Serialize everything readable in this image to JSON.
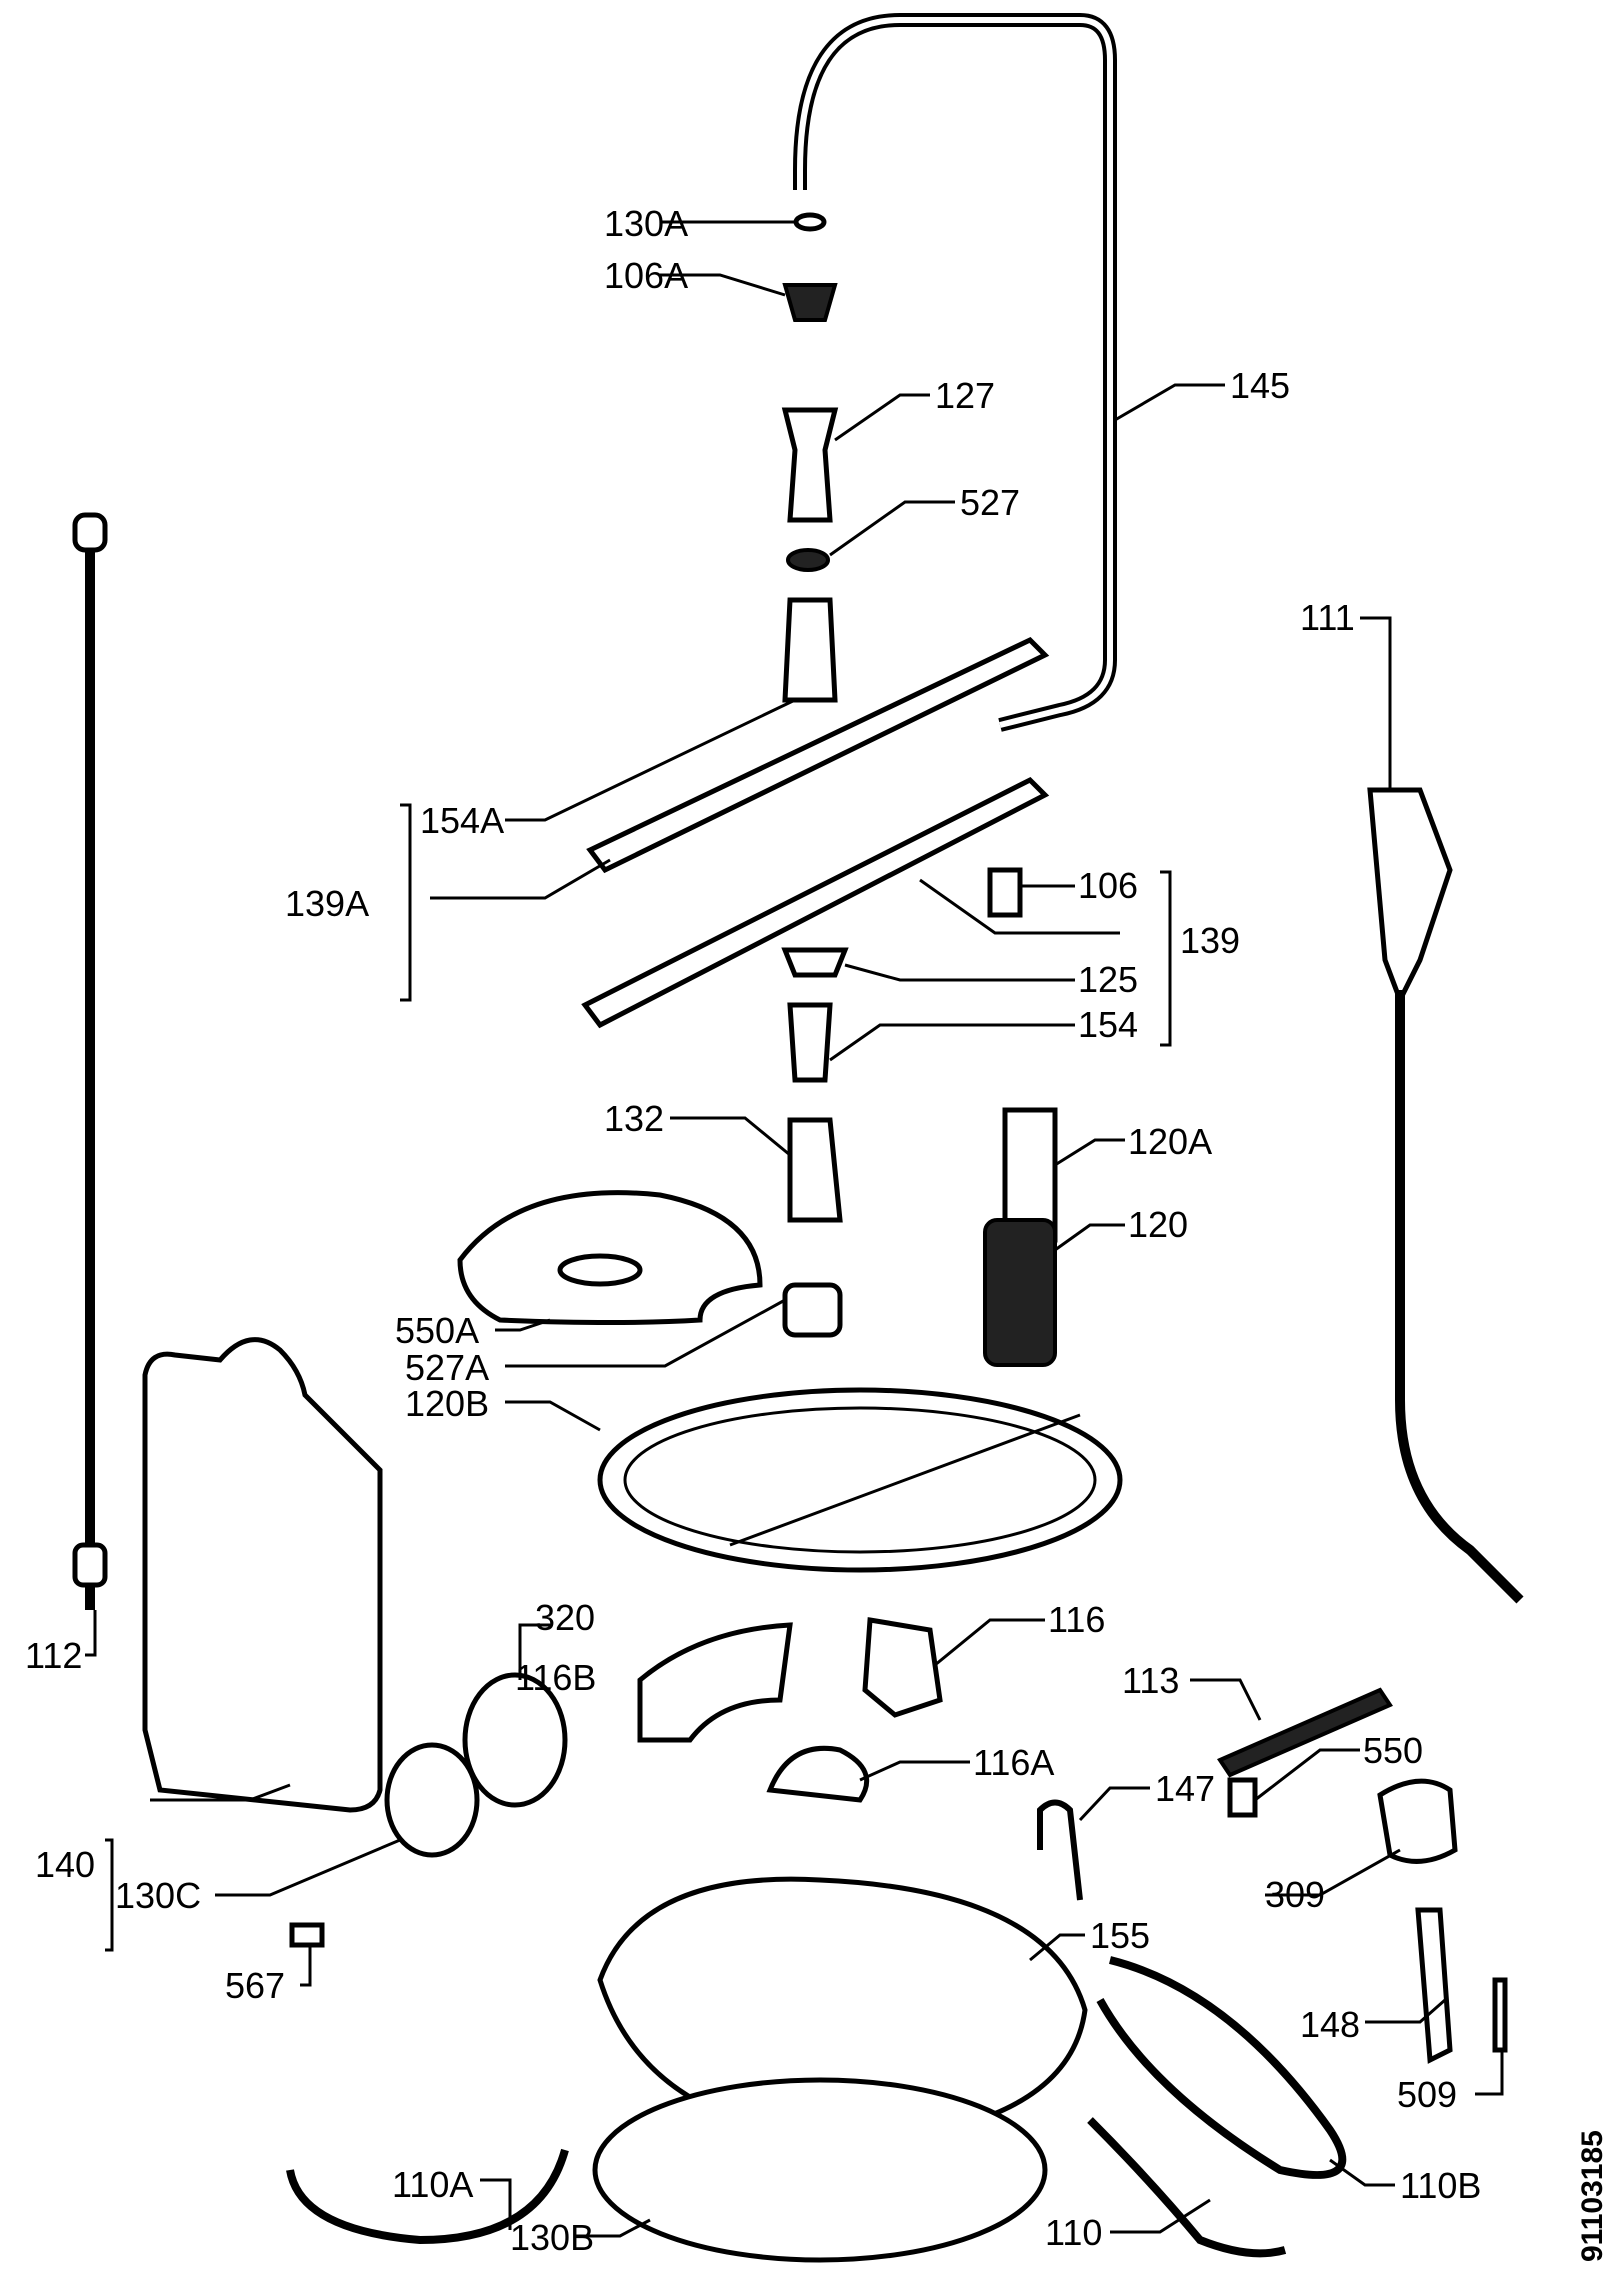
{
  "diagram": {
    "title": "Dishwasher spray arm and sump exploded parts diagram",
    "drawing_number": "91103185",
    "callouts": {
      "p130A": "130A",
      "p106A": "106A",
      "p127": "127",
      "p145": "145",
      "p527": "527",
      "p111": "111",
      "p154A": "154A",
      "p139A": "139A",
      "p106": "106",
      "p139": "139",
      "p125": "125",
      "p154": "154",
      "p132": "132",
      "p120A": "120A",
      "p120": "120",
      "p550A": "550A",
      "p527A": "527A",
      "p120B": "120B",
      "p320": "320",
      "p116B": "116B",
      "p116": "116",
      "p113": "113",
      "p112": "112",
      "p116A": "116A",
      "p550": "550",
      "p147": "147",
      "p140": "140",
      "p130C": "130C",
      "p309": "309",
      "p155": "155",
      "p567": "567",
      "p148": "148",
      "p509": "509",
      "p110A": "110A",
      "p110B": "110B",
      "p130B": "130B",
      "p110": "110"
    }
  }
}
